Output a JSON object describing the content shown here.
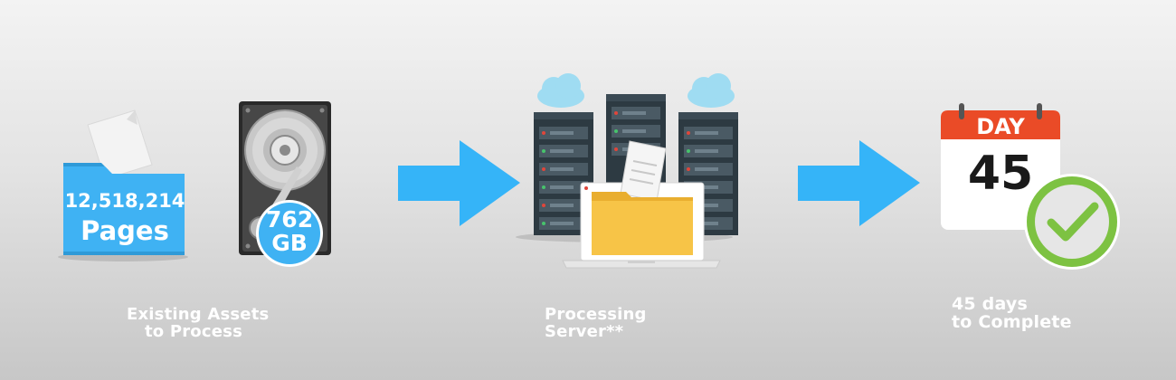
{
  "assets": {
    "page_count": "12,518,214",
    "page_unit": "Pages",
    "storage_value": "762",
    "storage_unit": "GB",
    "caption_line1": "Existing Assets",
    "caption_line2": "to Process"
  },
  "server": {
    "caption": "Processing Server**"
  },
  "complete": {
    "calendar_header": "DAY",
    "calendar_number": "45",
    "caption_line1": "45 days",
    "caption_line2": "to Complete"
  },
  "colors": {
    "arrow": "#35b4f8",
    "folder": "#3fb2f3",
    "calendar_header": "#ea4b27",
    "check_ring": "#7dc242",
    "server_body": "#2d3a42",
    "laptop_folder": "#f7c447",
    "cloud": "#9fdcf2"
  },
  "icons": [
    "folder-icon",
    "document-icon",
    "hard-drive-icon",
    "arrow-right-icon",
    "server-rack-icon",
    "cloud-icon",
    "laptop-icon",
    "calendar-icon",
    "checkmark-icon"
  ]
}
